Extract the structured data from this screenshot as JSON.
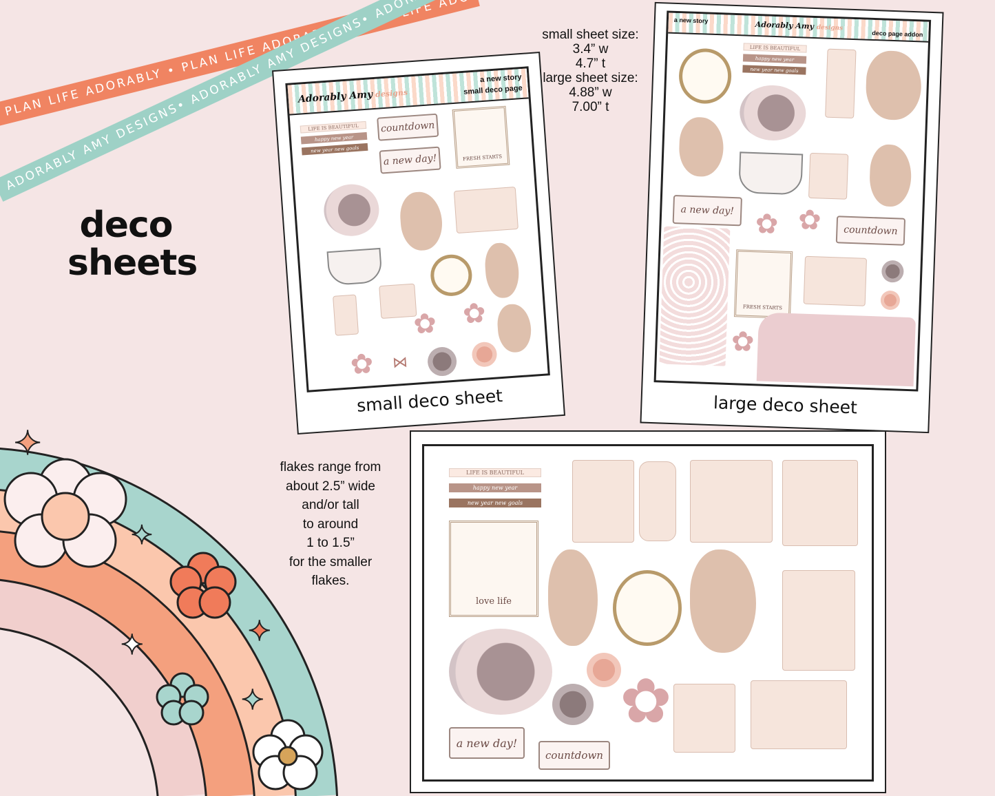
{
  "ribbons": {
    "orange": "PLAN LIFE ADORABLY • PLAN LIFE ADORABLY • PLAN LIFE ADORABLY",
    "teal": "ADORABLY AMY DESIGNS• ADORABLY AMY DESIGNS• ADORABLY AMY DESIGNS"
  },
  "title": {
    "line1": "deco",
    "line2": "sheets"
  },
  "sizes": {
    "small_label": "small sheet size:",
    "small_w": "3.4” w",
    "small_t": "4.7” t",
    "large_label": "large sheet size:",
    "large_w": "4.88” w",
    "large_t": "7.00” t"
  },
  "flakes_note": [
    "flakes range from",
    "about 2.5” wide",
    "and/or tall",
    "to around",
    "1 to 1.5”",
    "for the smaller",
    "flakes."
  ],
  "small_sheet": {
    "caption": "small deco sheet",
    "header_line1": "a new story",
    "header_line2": "small deco page",
    "logo": "Adorably Amy",
    "logo_sub": "designs"
  },
  "large_sheet": {
    "caption": "large deco sheet",
    "header_left": "a new story",
    "header_right": "deco page addon",
    "logo": "Adorably Amy",
    "logo_sub": "designs"
  },
  "stickers": {
    "life": "LIFE IS BEAUTIFUL",
    "happy": "happy new year",
    "goals": "new year new goals",
    "countdown": "countdown",
    "newday": "a new day!",
    "fresh": "FRESH STARTS",
    "love": "love life"
  },
  "colors": {
    "background": "#f5e5e5",
    "orange": "#f08462",
    "teal": "#9ed1c6"
  }
}
